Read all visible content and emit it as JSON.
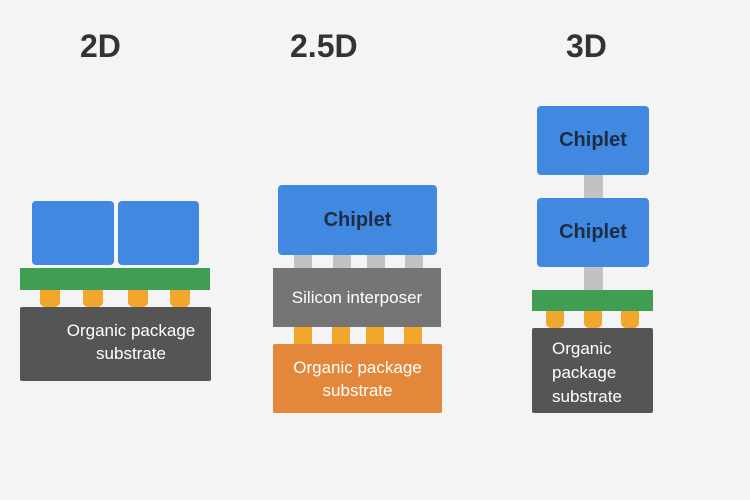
{
  "titles": {
    "d2": "2D",
    "d25": "2.5D",
    "d3": "3D"
  },
  "d2": {
    "substrate_line1": "Organic package",
    "substrate_line2": "substrate"
  },
  "d25": {
    "chiplet": "Chiplet",
    "interposer": "Silicon interposer",
    "substrate_line1": "Organic package",
    "substrate_line2": "substrate"
  },
  "d3": {
    "chiplet_top": "Chiplet",
    "chiplet_bottom": "Chiplet",
    "substrate_line1": "Organic",
    "substrate_line2": "package",
    "substrate_line3": "substrate"
  },
  "colors": {
    "chiplet": "#4189e0",
    "bridge": "#3f9e52",
    "bump": "#f3a62c",
    "substrate_dark": "#555555",
    "interposer": "#757575",
    "substrate_orange": "#e3883a",
    "tsv": "#c2c2c2"
  }
}
